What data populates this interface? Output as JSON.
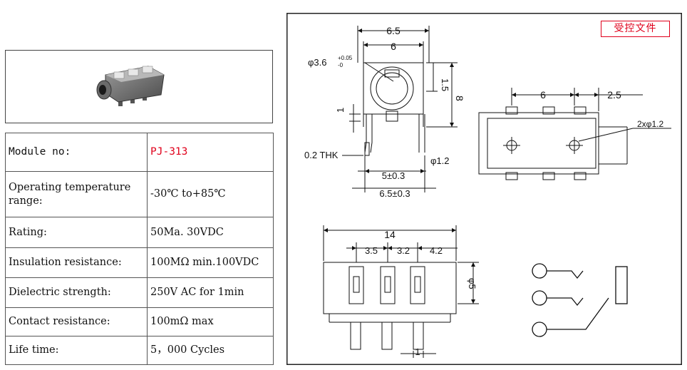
{
  "specs": {
    "model_label": "Module no:",
    "model_value": "PJ-313",
    "rows": [
      {
        "label": "Operating temperature range:",
        "value": "-30℃ to+85℃"
      },
      {
        "label": "Rating:",
        "value": "50Ma. 30VDC"
      },
      {
        "label": "Insulation resistance:",
        "value": "100MΩ min.100VDC"
      },
      {
        "label": "Dielectric strength:",
        "value": "250V AC for 1min"
      },
      {
        "label": "Contact resistance:",
        "value": "100mΩ max"
      },
      {
        "label": "Life time:",
        "value": "5，000 Cycles"
      }
    ]
  },
  "stamp": "受控文件",
  "drawing": {
    "front": {
      "d1": "6.5",
      "d2": "6",
      "hole": "φ3.6",
      "hole_tol_plus": "+0.05",
      "hole_tol_minus": "-0",
      "d3": "1.5",
      "d4": "8",
      "d5": "1",
      "thk": "0.2 THK",
      "pin": "φ1.2",
      "d6": "5±0.3",
      "d7": "6.5±0.3"
    },
    "top": {
      "d1": "6",
      "d2": "2.5",
      "holes": "2xφ1.2"
    },
    "side": {
      "d1": "14",
      "d2": "3.5",
      "d3": "3.2",
      "d4": "4.2",
      "d5": "φ5",
      "d6": "1"
    }
  }
}
